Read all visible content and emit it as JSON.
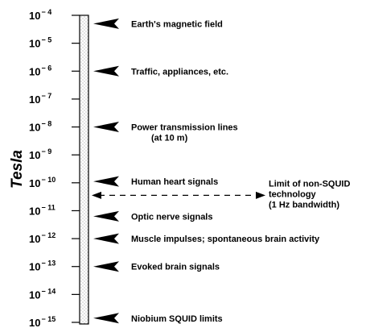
{
  "axis": {
    "label": "Tesla",
    "ticks": [
      {
        "base": "10",
        "exp": "− 4"
      },
      {
        "base": "10",
        "exp": "− 5"
      },
      {
        "base": "10",
        "exp": "− 6"
      },
      {
        "base": "10",
        "exp": "− 7"
      },
      {
        "base": "10",
        "exp": "− 8"
      },
      {
        "base": "10",
        "exp": "− 9"
      },
      {
        "base": "10",
        "exp": "− 10"
      },
      {
        "base": "10",
        "exp": "− 11"
      },
      {
        "base": "10",
        "exp": "− 12"
      },
      {
        "base": "10",
        "exp": "− 13"
      },
      {
        "base": "10",
        "exp": "− 14"
      },
      {
        "base": "10",
        "exp": "− 15"
      }
    ]
  },
  "annotations": [
    {
      "lines": [
        "Earth's magnetic field"
      ],
      "level": -4.3
    },
    {
      "lines": [
        "Traffic, appliances, etc."
      ],
      "level": -6.0
    },
    {
      "lines": [
        "Power transmission lines",
        "(at 10 m)"
      ],
      "level": -8.0
    },
    {
      "lines": [
        "Human heart signals"
      ],
      "level": -9.95
    },
    {
      "lines": [
        "Optic nerve signals"
      ],
      "level": -11.2
    },
    {
      "lines": [
        "Muscle impulses; spontaneous brain activity"
      ],
      "level": -12.0
    },
    {
      "lines": [
        "Evoked brain signals"
      ],
      "level": -13.0
    },
    {
      "lines": [
        "Niobium SQUID limits"
      ],
      "level": -14.85
    }
  ],
  "limit": {
    "lines": [
      "Limit of non-SQUID",
      "technology",
      "(1 Hz bandwidth)"
    ],
    "level": -10.45
  }
}
